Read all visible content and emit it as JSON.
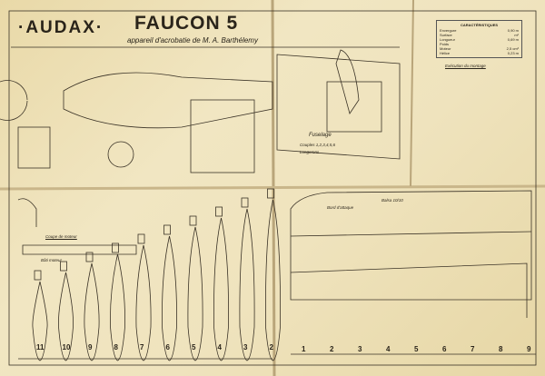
{
  "header": {
    "brand": "·AUDAX·",
    "title": "FAUCON 5",
    "subtitle": "appareil d'acrobatie de M. A. Barthélemy"
  },
  "specs": {
    "title": "CARACTÉRISTIQUES",
    "rows": [
      {
        "label": "Envergure",
        "value": "0,90 m"
      },
      {
        "label": "Surface",
        "value": "m²"
      },
      {
        "label": "Longueur",
        "value": "0,69 m"
      },
      {
        "label": "Poids",
        "value": ""
      },
      {
        "label": "Moteur",
        "value": "2,5 cm³"
      },
      {
        "label": "Hélice",
        "value": "0,23 m"
      }
    ]
  },
  "notes": {
    "assembly_title": "Exécution du montage",
    "fuselage": "Fuselage",
    "couples": "Couples 1,2,3,4,5,6",
    "longerons": "Longerons",
    "bord_attaque": "Bord d'attaque",
    "ribs_label": "Bâti moteur",
    "wing_core": "Coupe de moteur",
    "bois": "Balsa 10/10"
  },
  "rib_numbers": [
    "11",
    "10",
    "9",
    "8",
    "7",
    "6",
    "5",
    "4",
    "3",
    "2"
  ],
  "station_numbers": [
    "1",
    "2",
    "3",
    "4",
    "5",
    "6",
    "7",
    "8",
    "9"
  ],
  "colors": {
    "paper": "#efe3bd",
    "ink": "#2a241a"
  }
}
